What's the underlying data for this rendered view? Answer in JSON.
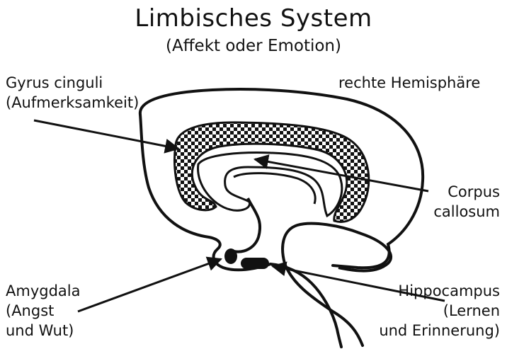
{
  "title": "Limbisches System",
  "subtitle": "(Affekt oder Emotion)",
  "labels": {
    "gyrus_cinguli": {
      "line1": "Gyrus cinguli",
      "line2": "(Aufmerksamkeit)"
    },
    "hemisphere": "rechte Hemisphäre",
    "corpus_callosum": {
      "line1": "Corpus",
      "line2": "callosum"
    },
    "amygdala": {
      "line1": "Amygdala",
      "line2": "(Angst",
      "line3": "und Wut)"
    },
    "hippocampus": {
      "line1": "Hippocampus",
      "line2": "(Lernen",
      "line3": "und Erinnerung)"
    }
  }
}
